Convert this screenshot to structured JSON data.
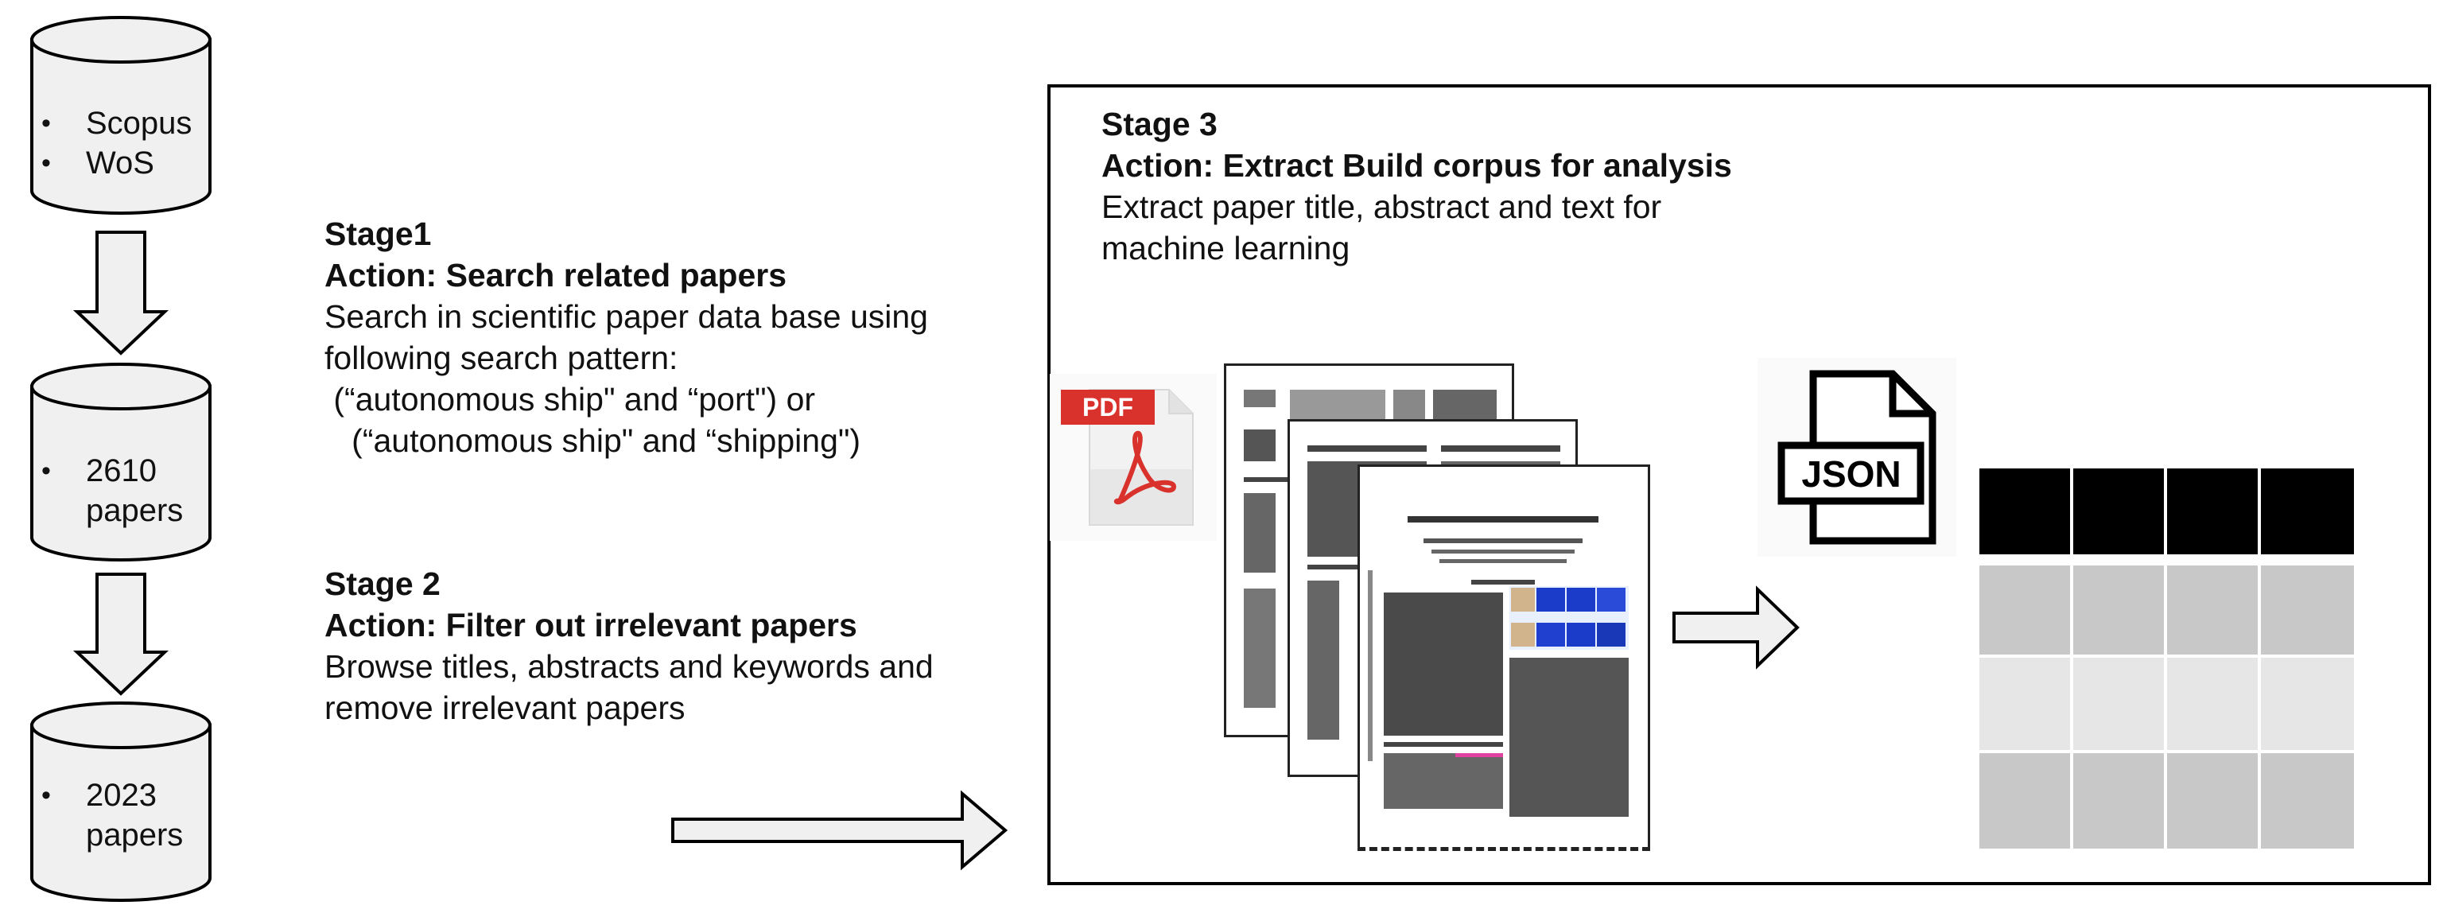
{
  "databases": [
    {
      "items": [
        "Scopus",
        "WoS"
      ]
    },
    {
      "items": [
        "2610\npapers"
      ]
    },
    {
      "items": [
        "2023\npapers"
      ]
    }
  ],
  "stage1": {
    "title": "Stage1",
    "action": "Action: Search related papers",
    "lines": [
      "Search in scientific paper data base using",
      "following search pattern:",
      " (“autonomous ship\" and “port\") or",
      "   (“autonomous ship\" and “shipping\")"
    ]
  },
  "stage2": {
    "title": "Stage 2",
    "action": "Action: Filter out irrelevant papers",
    "lines": [
      "Browse titles, abstracts and keywords and",
      "remove irrelevant papers"
    ]
  },
  "stage3": {
    "title": "Stage 3",
    "action": "Action: Extract Build corpus for analysis",
    "lines": [
      "Extract paper title, abstract and text for",
      "machine learning"
    ]
  },
  "icons": {
    "pdf_label": "PDF",
    "json_label": "JSON"
  },
  "colors": {
    "header": "#000000",
    "row_dark": "#c8c8c8",
    "row_light": "#e6e6e6",
    "pdf_red": "#d9322c"
  }
}
